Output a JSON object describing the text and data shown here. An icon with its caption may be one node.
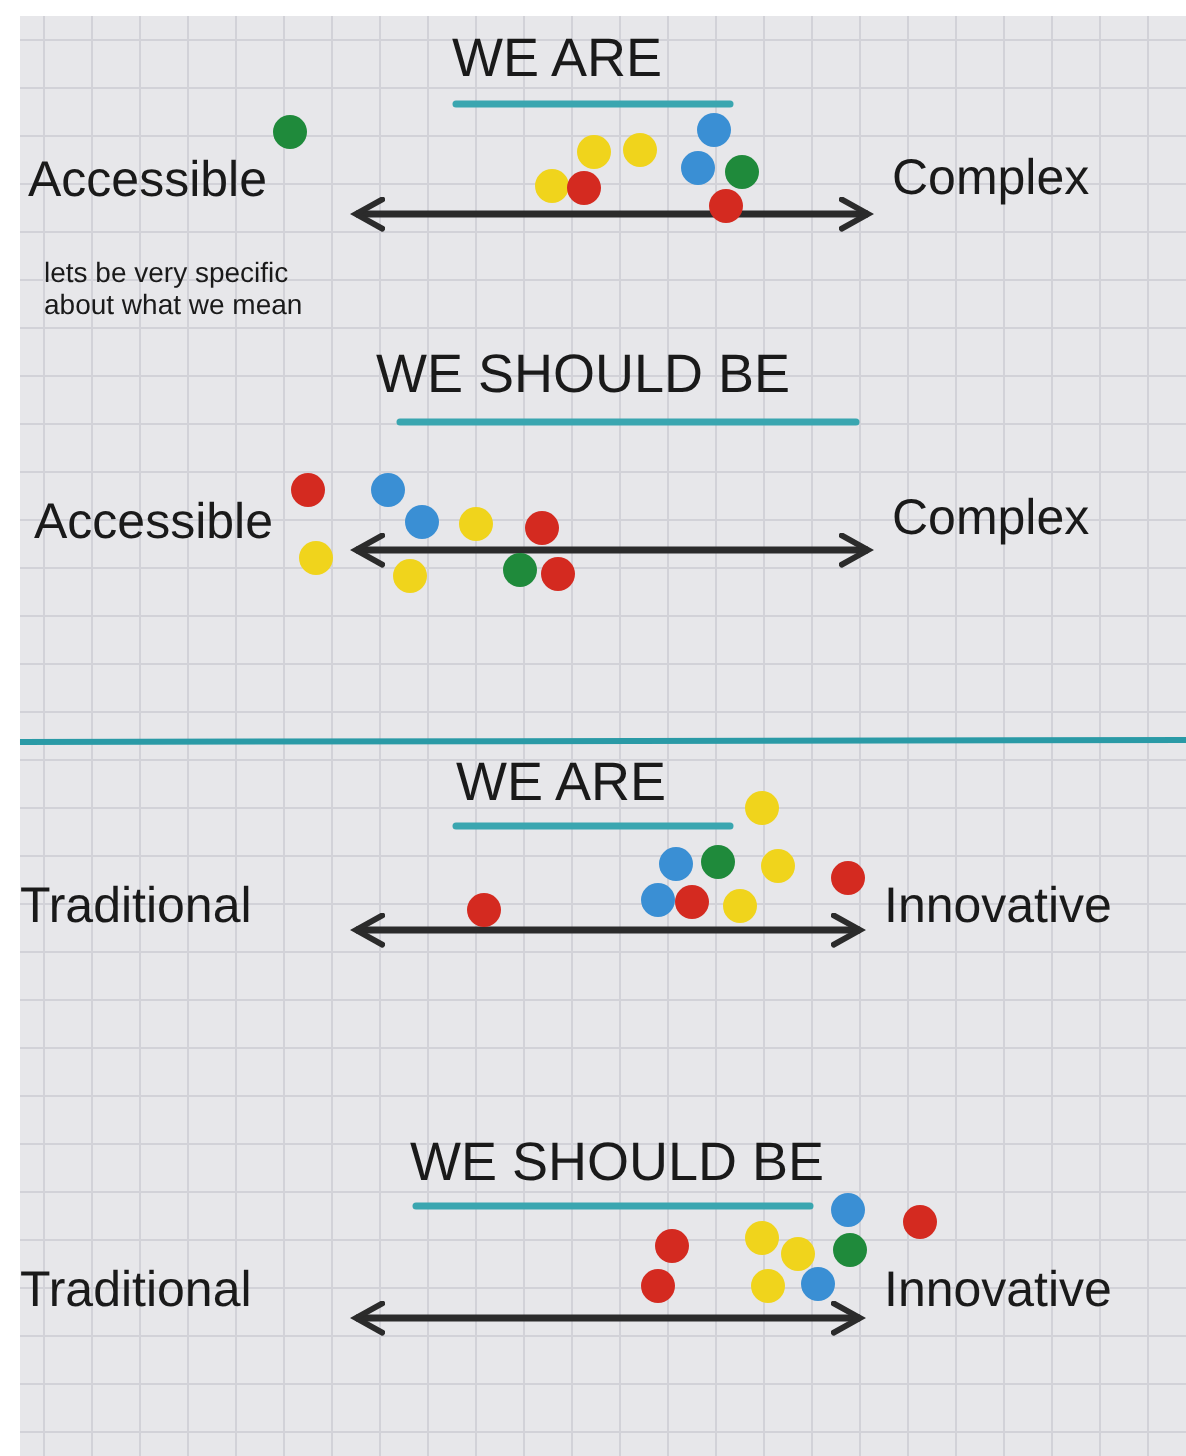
{
  "diagram": {
    "nodes": [
      {
        "text": [
          "Accessible"
        ]
      },
      {
        "text": [
          "Complex"
        ]
      },
      {
        "text": [
          "Accessible"
        ]
      },
      {
        "text": [
          "Complex"
        ]
      },
      {
        "text": [
          "Traditional"
        ]
      },
      {
        "text": [
          "Innovative"
        ]
      },
      {
        "text": [
          "Traditional"
        ]
      },
      {
        "text": [
          "Innovative"
        ]
      }
    ],
    "edges": [
      {
        "from": 0,
        "to": 1,
        "arrow": "both"
      },
      {
        "from": 2,
        "to": 3,
        "arrow": "both"
      },
      {
        "from": 4,
        "to": 5,
        "arrow": "both"
      },
      {
        "from": 6,
        "to": 7,
        "arrow": "both"
      }
    ],
    "labels": [
      "WE ARE",
      "lets be very specific about what we mean",
      "WE SHOULD BE",
      "WE ARE",
      "WE SHOULD BE"
    ]
  }
}
